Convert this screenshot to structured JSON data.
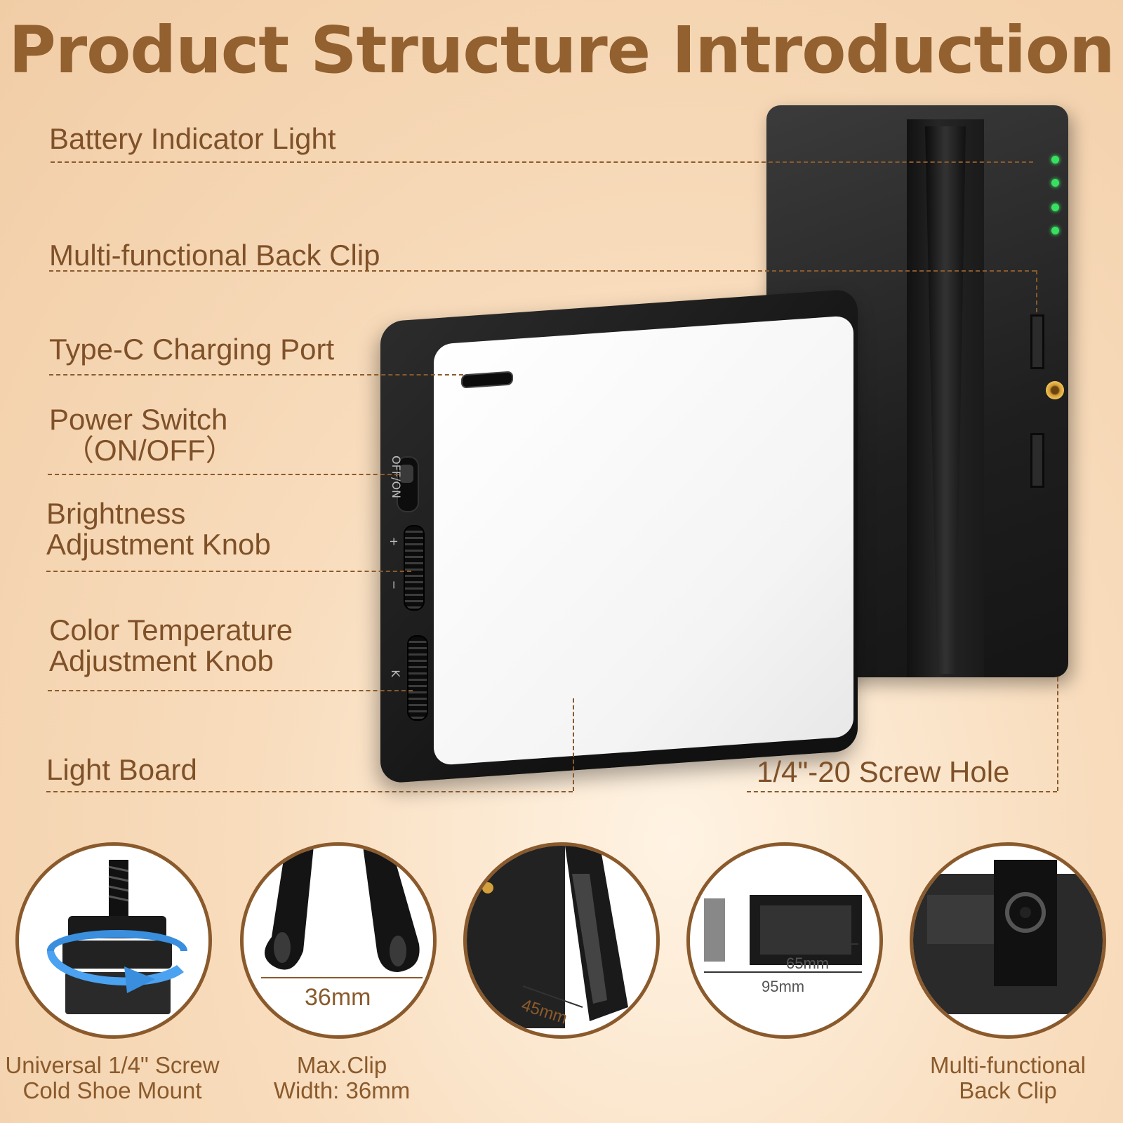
{
  "title": "Product Structure Introduction",
  "callouts": {
    "battery_indicator": "Battery Indicator Light",
    "back_clip": "Multi-functional Back Clip",
    "type_c_port": "Type-C Charging Port",
    "power_switch": [
      "Power Switch",
      "（ON/OFF）"
    ],
    "brightness_knob": [
      "Brightness",
      "Adjustment Knob"
    ],
    "color_temp_knob": [
      "Color Temperature",
      "Adjustment Knob"
    ],
    "light_board": "Light Board",
    "screw_hole": "1/4\"-20  Screw Hole"
  },
  "device_marks": {
    "switch_label": "OFF/ON",
    "brightness_plus": "+",
    "brightness_minus": "−",
    "color_temp_label": "K"
  },
  "details": [
    {
      "caption": [
        "Universal 1/4\" Screw",
        "Cold Shoe Mount"
      ]
    },
    {
      "caption": [
        "Max.Clip",
        "Width: 36mm"
      ],
      "dimension": "36mm"
    },
    {
      "dimension": "45mm"
    },
    {
      "dimensions": [
        "65mm",
        "95mm"
      ]
    },
    {
      "caption": [
        "Multi-functional",
        "Back Clip"
      ]
    }
  ],
  "colors": {
    "accent_brown": "#8a5a2c",
    "title_brown": "#93602f",
    "led_green": "#38e060",
    "background": "#f8dcbc"
  }
}
